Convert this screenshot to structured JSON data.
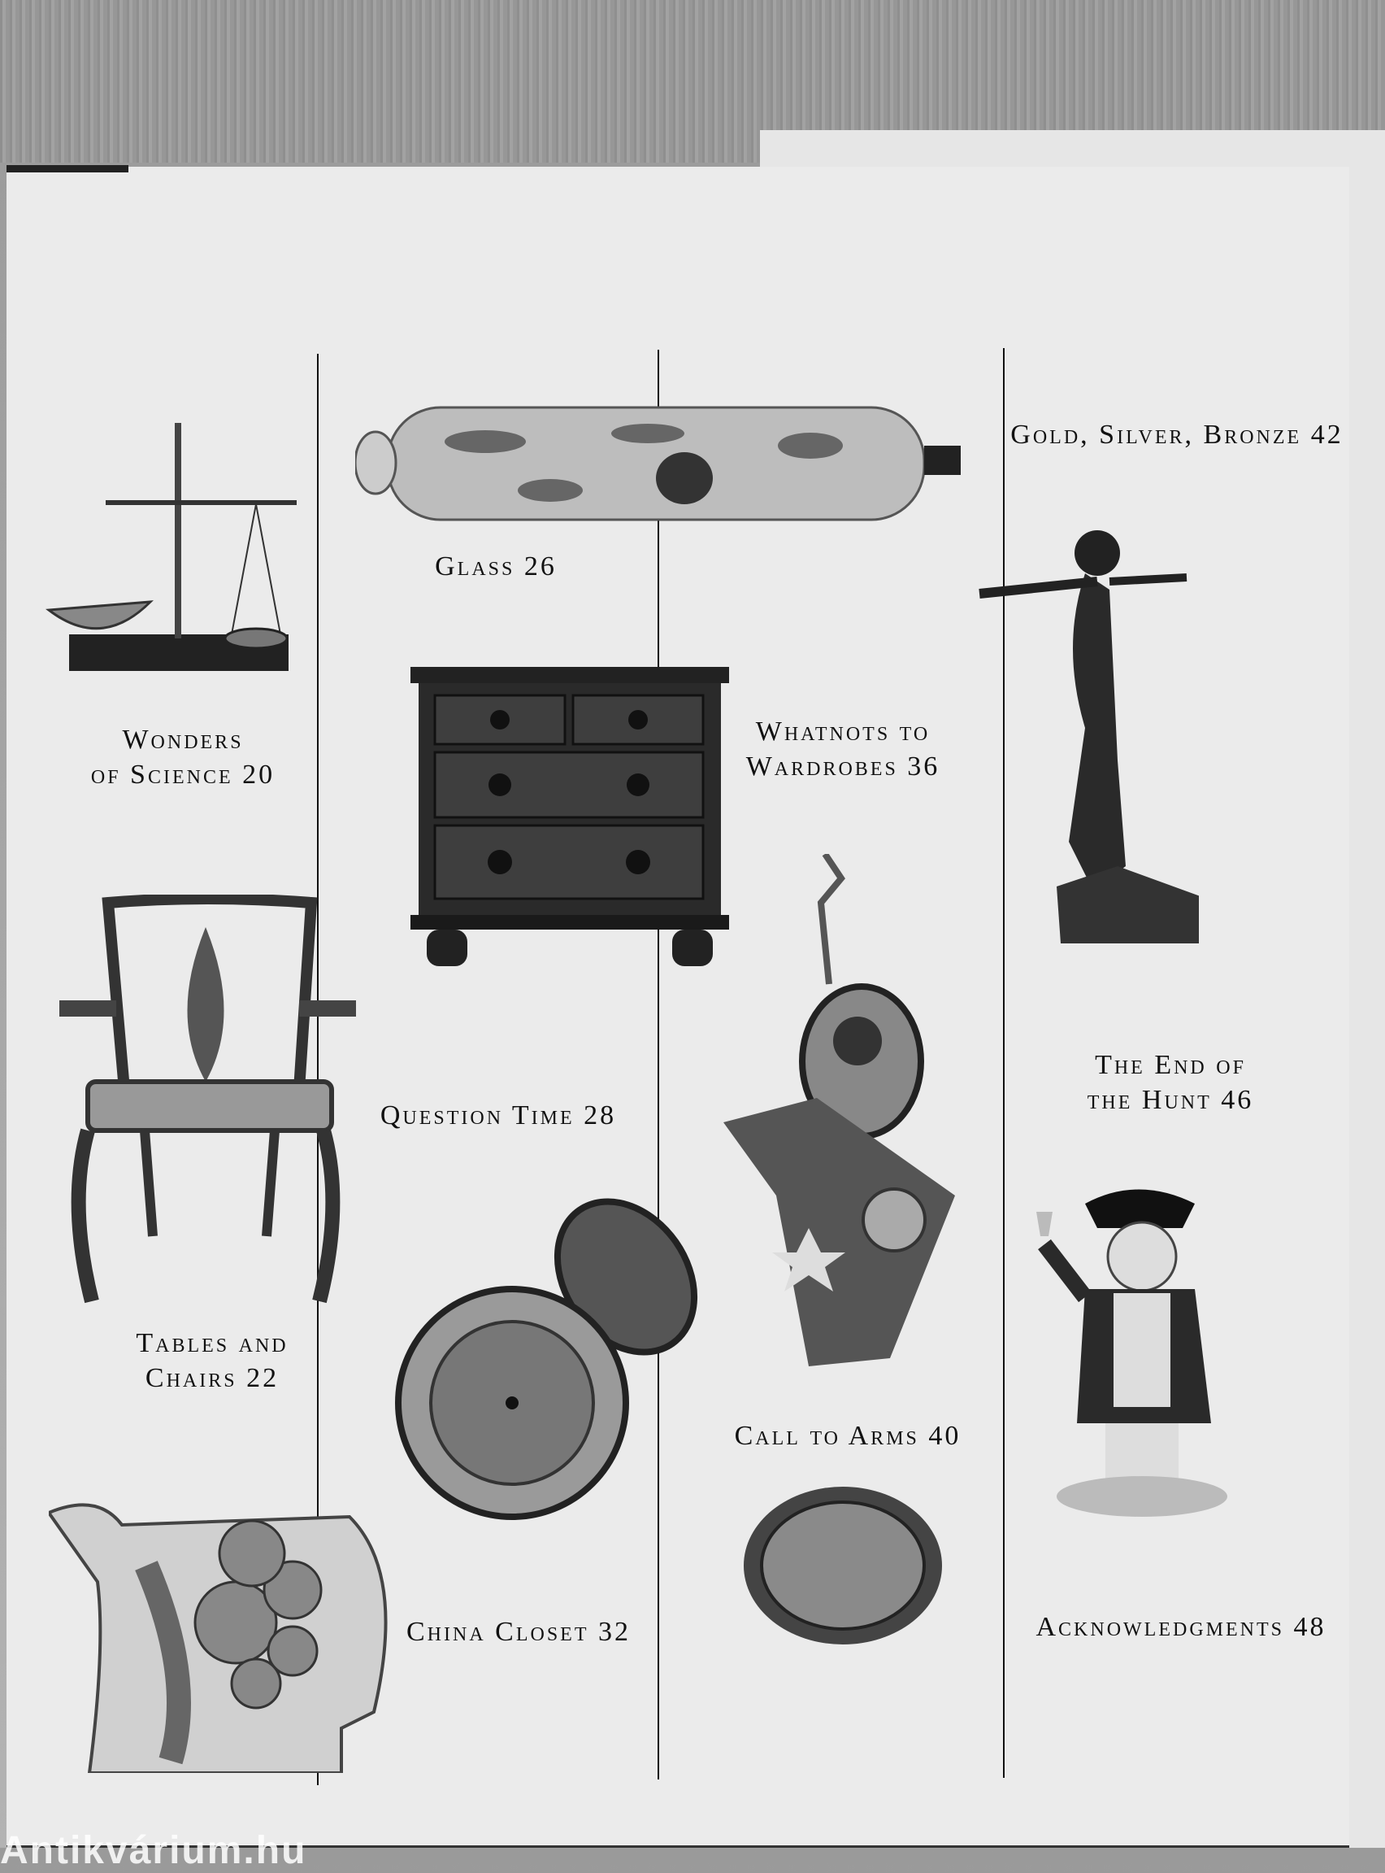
{
  "contents": [
    {
      "title_line1": "Wonders",
      "title_line2": "of Science 20"
    },
    {
      "title_line1": "Tables and",
      "title_line2": "Chairs 22"
    },
    {
      "title": "Glass 26"
    },
    {
      "title": "Question Time 28"
    },
    {
      "title": "China Closet 32"
    },
    {
      "title_line1": "Whatnots to",
      "title_line2": "Wardrobes 36"
    },
    {
      "title": "Call to Arms 40"
    },
    {
      "title": "Gold, Silver, Bronze 42"
    },
    {
      "title_line1": "The End of",
      "title_line2": "the Hunt 46"
    },
    {
      "title": "Acknowledgments 48"
    }
  ],
  "watermark": "Antikvárium.hu"
}
